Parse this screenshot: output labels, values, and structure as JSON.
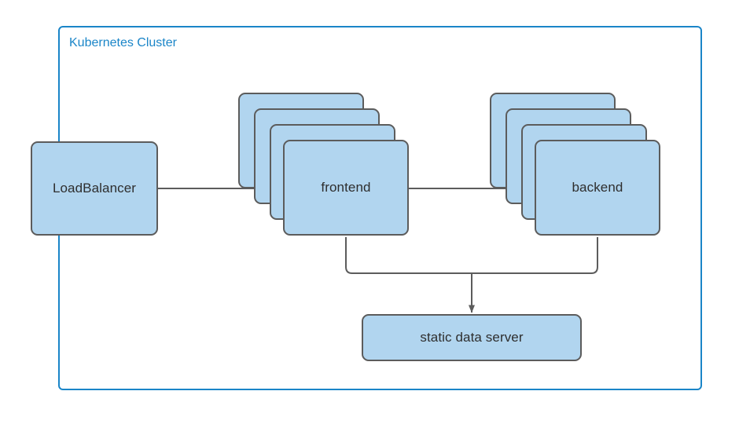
{
  "diagram": {
    "type": "architecture-flow",
    "title": "Kubernetes Cluster",
    "cluster": {
      "label": "Kubernetes Cluster",
      "border_color": "#1a85c8",
      "label_color": "#1a85c8"
    },
    "style": {
      "node_fill": "#b1d5ef",
      "node_stroke": "#5c5c5c",
      "node_text": "#2e2e2e",
      "edge_stroke": "#5c5c5c",
      "background": "#ffffff"
    },
    "nodes": [
      {
        "id": "loadbalancer",
        "label": "LoadBalancer",
        "shape": "rounded-rect",
        "stacked": false,
        "inside_cluster": false
      },
      {
        "id": "frontend",
        "label": "frontend",
        "shape": "rounded-rect",
        "stacked": true,
        "replica_cards": 4,
        "inside_cluster": true
      },
      {
        "id": "backend",
        "label": "backend",
        "shape": "rounded-rect",
        "stacked": true,
        "replica_cards": 4,
        "inside_cluster": true
      },
      {
        "id": "static-data-server",
        "label": "static data server",
        "shape": "rounded-rect",
        "stacked": false,
        "inside_cluster": true
      }
    ],
    "edges": [
      {
        "id": "lb-to-frontend",
        "from": "loadbalancer",
        "to": "frontend",
        "style": "straight",
        "arrowhead": "filled-triangle"
      },
      {
        "id": "frontend-to-backend",
        "from": "frontend",
        "to": "backend",
        "style": "straight",
        "arrowhead": "filled-triangle"
      },
      {
        "id": "frontend-to-static",
        "from": "frontend",
        "to": "static-data-server",
        "style": "orthogonal-elbow",
        "arrowhead": "filled-triangle"
      },
      {
        "id": "backend-to-static",
        "from": "backend",
        "to": "static-data-server",
        "style": "orthogonal-elbow",
        "arrowhead": "filled-triangle"
      }
    ]
  }
}
